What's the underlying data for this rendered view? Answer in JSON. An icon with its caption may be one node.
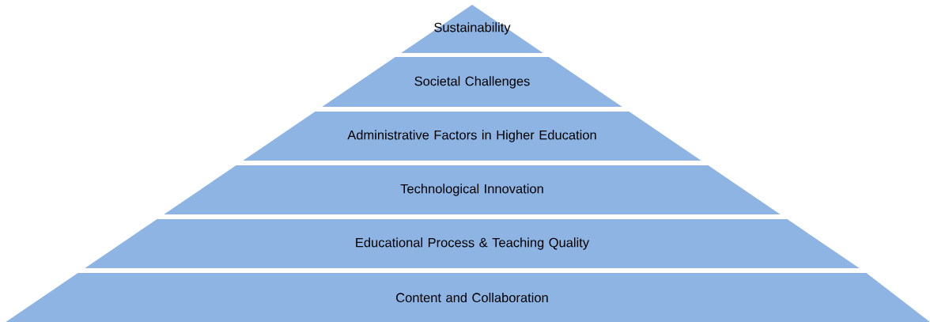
{
  "diagram": {
    "nodes": [
      {
        "text": [
          "Sustainability"
        ]
      },
      {
        "text": [
          "Societal Challenges"
        ]
      },
      {
        "text": [
          "Administrative Factors in Higher Education"
        ]
      },
      {
        "text": [
          "Technological Innovation"
        ]
      },
      {
        "text": [
          "Educational Process & Teaching Quality"
        ]
      },
      {
        "text": [
          "Content and Collaboration"
        ]
      }
    ]
  }
}
